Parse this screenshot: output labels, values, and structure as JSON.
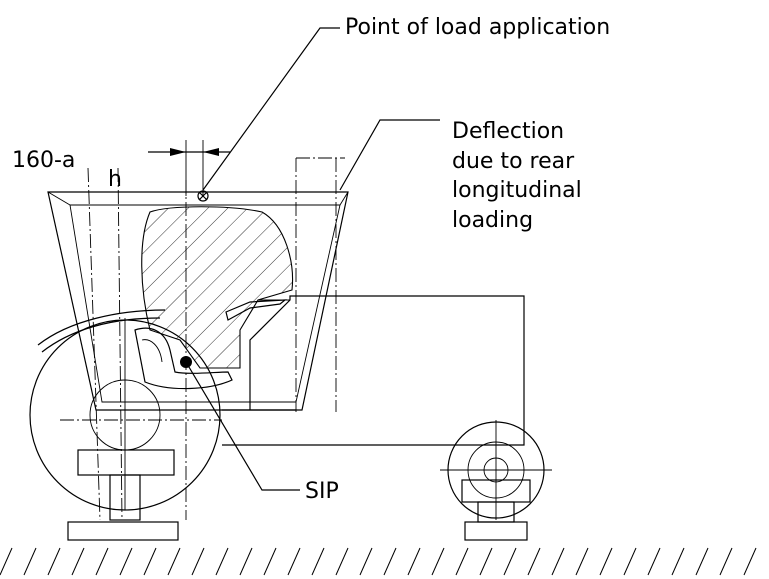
{
  "labels": {
    "load_point": "Point of load application",
    "deflection_line1": "Deflection",
    "deflection_line2": "due to rear",
    "deflection_line3": "longitudinal",
    "deflection_line4": "loading",
    "dimension": "160-a",
    "dimension_sub": "h",
    "sip": "SIP"
  }
}
